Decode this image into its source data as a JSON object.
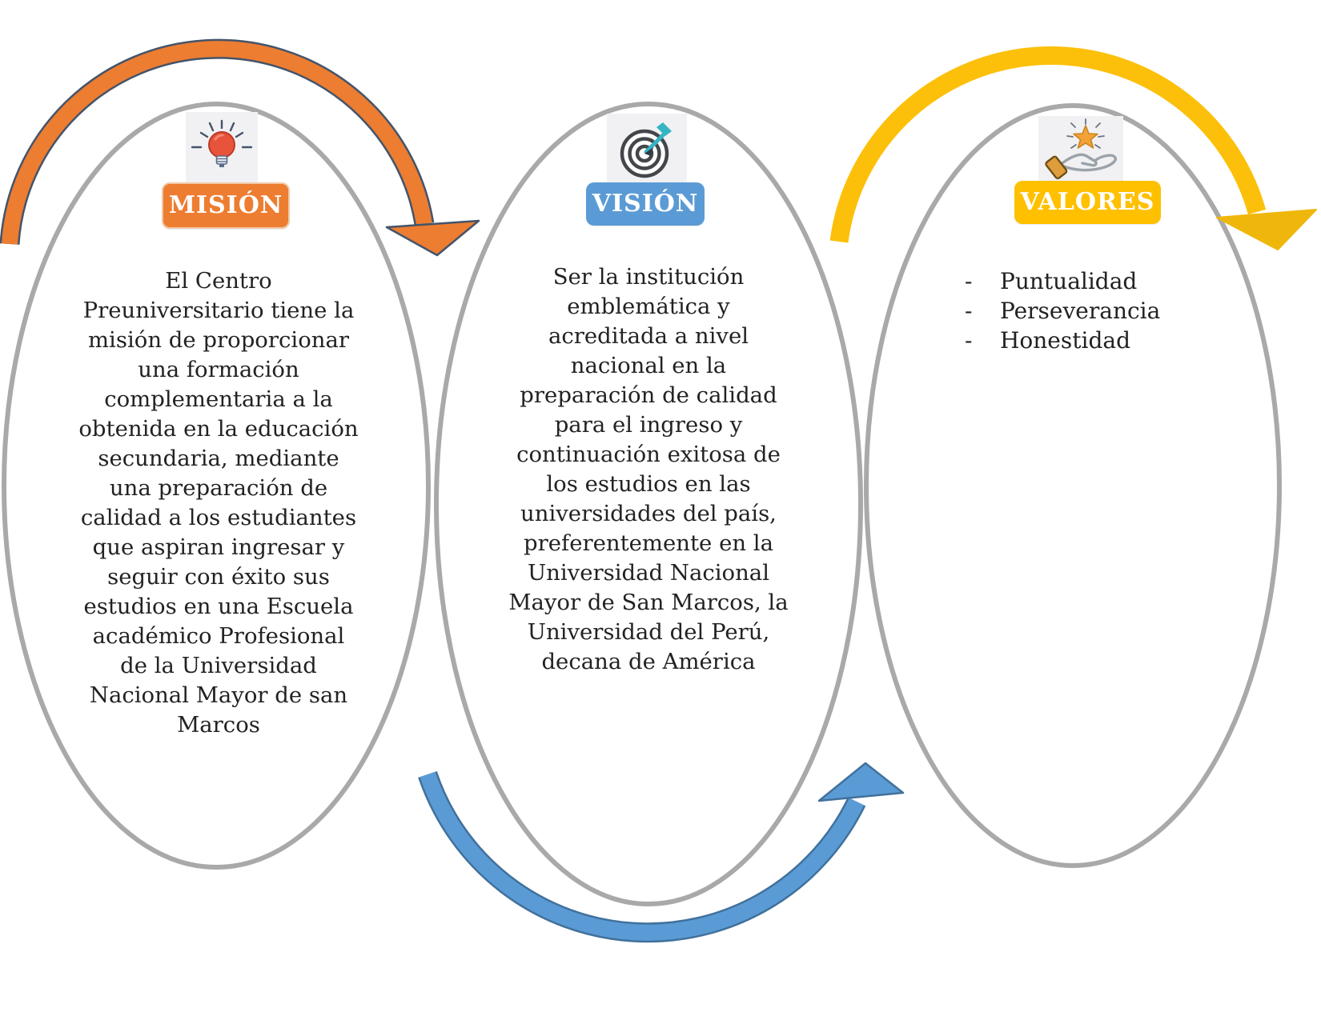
{
  "columns": [
    {
      "id": "mision",
      "badge": "MISIÓN",
      "icon": "lightbulb-icon",
      "lines": [
        "El Centro",
        "Preuniversitario tiene la",
        "misión de proporcionar",
        "una formación",
        "complementaria a la",
        "obtenida en la educación",
        "secundaria, mediante",
        "una preparación de",
        "calidad a los estudiantes",
        "que aspiran ingresar y",
        "seguir con éxito sus",
        "estudios en una Escuela",
        "académico Profesional",
        "de la Universidad",
        "Nacional Mayor de san",
        "Marcos"
      ]
    },
    {
      "id": "vision",
      "badge": "VISIÓN",
      "icon": "target-icon",
      "lines": [
        "Ser la institución",
        "emblemática y",
        "acreditada a nivel",
        "nacional en la",
        "preparación de calidad",
        "para el ingreso y",
        "continuación exitosa de",
        "los estudios en las",
        "universidades del país,",
        "preferentemente en la",
        "Universidad Nacional",
        "Mayor de San Marcos, la",
        "Universidad del Perú,",
        "decana de América"
      ]
    },
    {
      "id": "valores",
      "badge": "VALORES",
      "icon": "hand-star-icon",
      "dash": "-",
      "items": [
        "Puntualidad",
        "Perseverancia",
        "Honestidad"
      ]
    }
  ],
  "colors": {
    "accent_orange": "#ED7D31",
    "accent_blue": "#5B9BD5",
    "accent_yellow": "#FFC000",
    "arrow_outline_dark": "#44546A",
    "arrow_outline_blue": "#41719C",
    "ellipse_gray": "#A9A9A9",
    "icon_tile_gray": "#F1F1F4",
    "text_dark": "#222222"
  }
}
